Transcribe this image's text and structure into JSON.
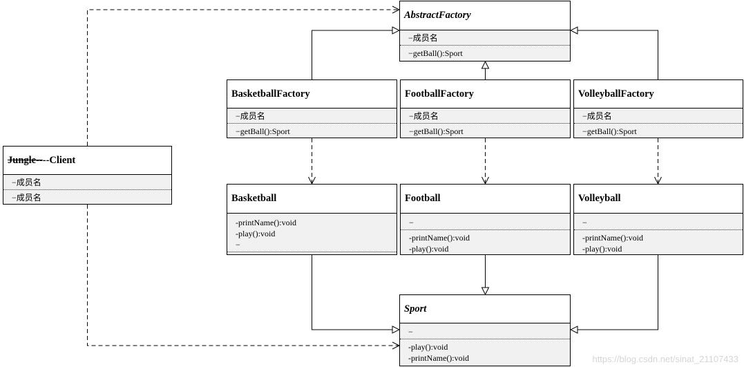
{
  "classes": {
    "abstract_factory": {
      "name": "AbstractFactory",
      "attributes": [
        "−成员名"
      ],
      "operations": [
        "−getBall():Sport"
      ]
    },
    "basketball_factory": {
      "name": "BasketballFactory",
      "attributes": [
        "−成员名"
      ],
      "operations": [
        "−getBall():Sport"
      ]
    },
    "football_factory": {
      "name": "FootballFactory",
      "attributes": [
        "−成员名"
      ],
      "operations": [
        "−getBall():Sport"
      ]
    },
    "volleyball_factory": {
      "name": "VolleyballFactory",
      "attributes": [
        "−成员名"
      ],
      "operations": [
        "−getBall():Sport"
      ]
    },
    "client": {
      "name_strike": "Jungle--",
      "name_rest": "--Client",
      "attributes": [
        "−成员名"
      ],
      "operations": [
        "−成员名"
      ]
    },
    "basketball": {
      "name": "Basketball",
      "attributes": [
        "-printName():void",
        "-play():void",
        "−"
      ],
      "operations": []
    },
    "football": {
      "name": "Football",
      "attributes": [
        "−"
      ],
      "operations": [
        "-printName():void",
        "-play():void"
      ]
    },
    "volleyball": {
      "name": "Volleyball",
      "attributes": [
        "−"
      ],
      "operations": [
        "-printName():void",
        "-play():void"
      ]
    },
    "sport": {
      "name": "Sport",
      "attributes": [
        "−"
      ],
      "operations": [
        "-play():void",
        "-printName():void"
      ]
    }
  },
  "watermark": "https://blog.csdn.net/sinat_21107433"
}
